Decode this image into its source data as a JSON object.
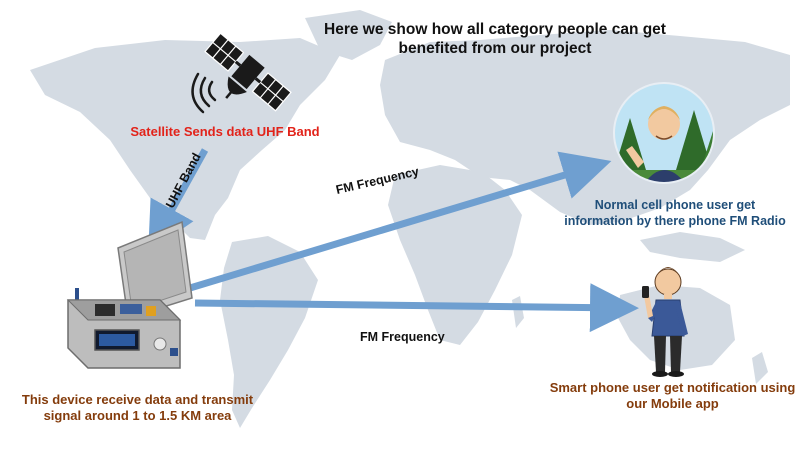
{
  "title": "Here we show how all category people can get benefited from our project",
  "satellite": {
    "caption": "Satellite Sends data UHF Band",
    "icon": "satellite-icon"
  },
  "links": {
    "uhf_label": "UHF Band",
    "fm_label_upper": "FM Frequency",
    "fm_label_lower": "FM Frequency"
  },
  "normal_user": {
    "caption": "Normal cell phone user get information by there phone FM Radio",
    "icon": "person-avatar"
  },
  "smart_user": {
    "caption": "Smart phone user get notification using our Mobile app",
    "icon": "person-with-phone"
  },
  "device": {
    "caption": "This device receive data and transmit signal around 1 to 1.5 KM area",
    "icon": "transmitter-device"
  },
  "colors": {
    "background_map": "#d4dbe3",
    "arrow": "#6f9fd0",
    "satellite_caption": "#e2231a",
    "normal_caption": "#1f4e79",
    "smart_caption": "#843c0c",
    "device_caption": "#843c0c"
  }
}
